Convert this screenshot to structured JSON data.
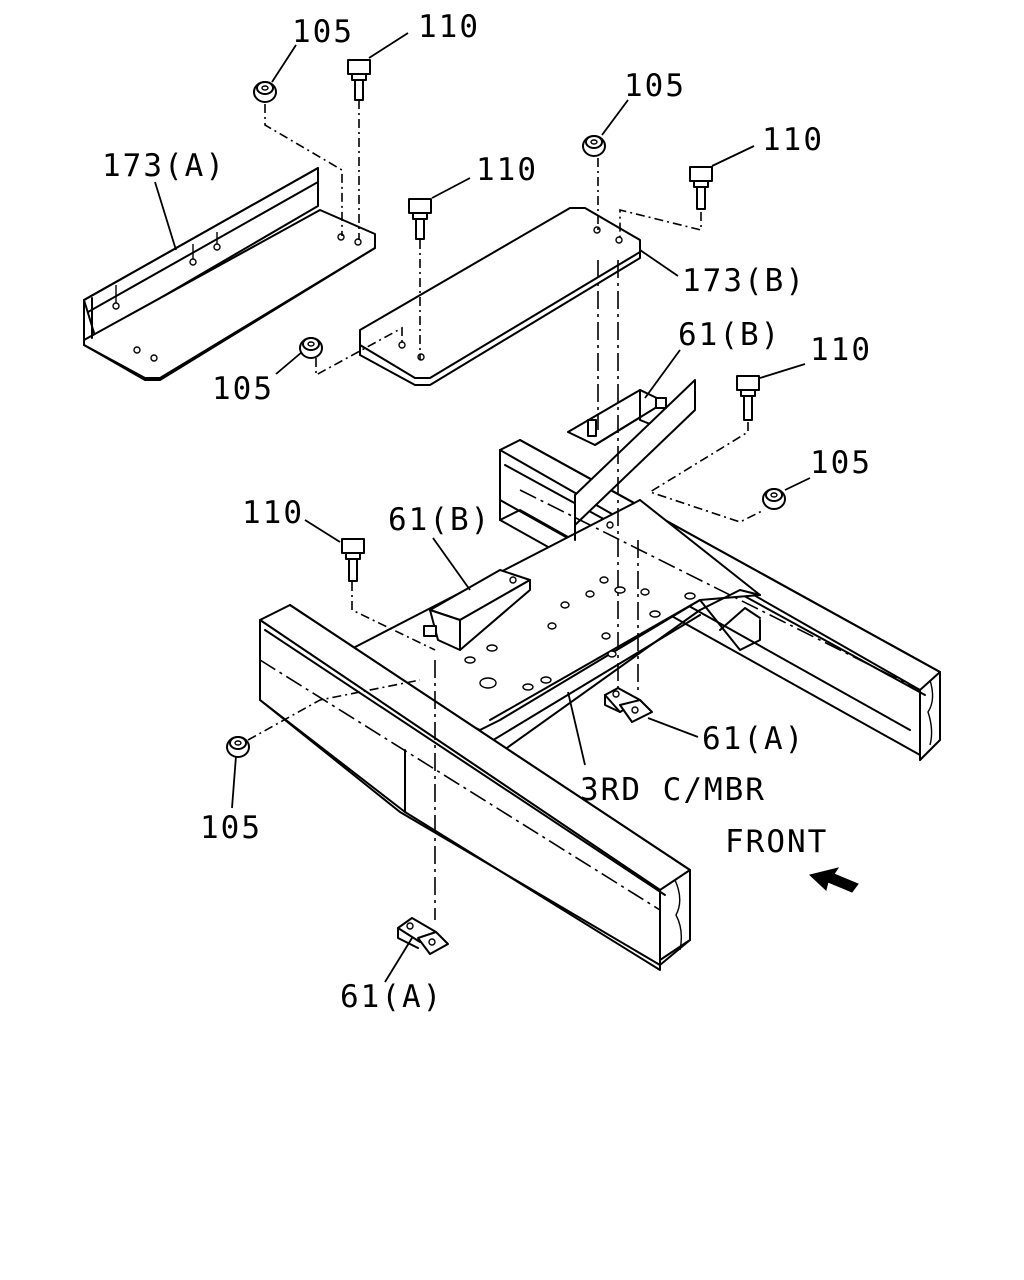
{
  "labels": {
    "l105_top_left": "105",
    "l110_top_left": "110",
    "l173a": "173(A)",
    "l110_mid": "110",
    "l105_top_right": "105",
    "l110_top_right": "110",
    "l173b": "173(B)",
    "l105_left_mid": "105",
    "l61b_right": "61(B)",
    "l110_right": "110",
    "l105_right": "105",
    "l110_left": "110",
    "l61b_left": "61(B)",
    "l61a_right": "61(A)",
    "l3rd": "3RD C/MBR",
    "l105_bottom_left": "105",
    "lfront": "FRONT",
    "l61a_bottom": "61(A)"
  },
  "icons": {
    "front_arrow": "arrow-icon"
  }
}
